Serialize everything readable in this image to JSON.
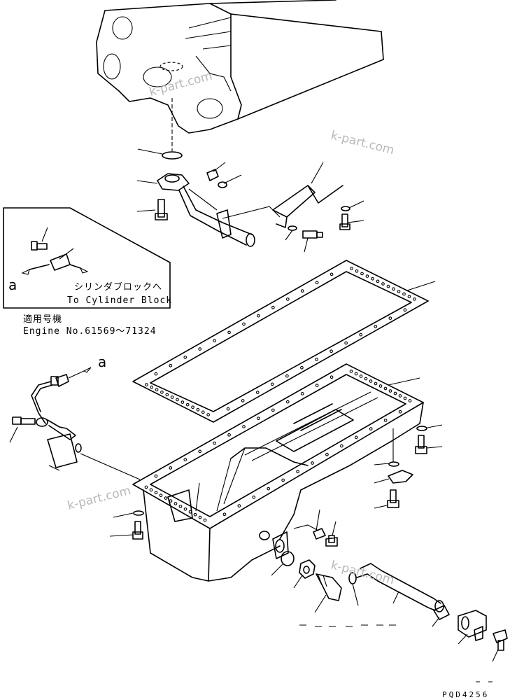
{
  "watermarks": [
    "k-part.com",
    "k-part.com",
    "k-part.com",
    "k-part.com"
  ],
  "inset": {
    "ref_letter": "a",
    "jp_label": "シリンダブロックへ",
    "en_label": "To Cylinder Block"
  },
  "applicability": {
    "jp_label": "適用号機",
    "engine_range": "Engine No.61569～71324"
  },
  "sensor_ref_letter": "a",
  "drawing_code": "PQD4256"
}
